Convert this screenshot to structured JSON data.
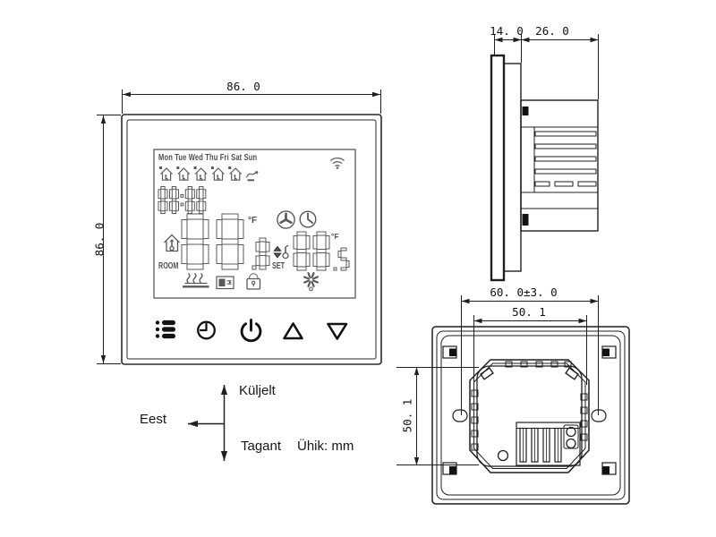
{
  "unit_label": "Ühik: mm",
  "views": {
    "front": {
      "label": "Eest",
      "dim_width": "86. 0",
      "dim_height": "86. 0",
      "display": {
        "days": "Mon Tue Wed Thu Fri Sat Sun",
        "time": "88:88",
        "room_label": "ROOM",
        "room_temp": "88.8",
        "room_unit": "°F",
        "set_label": "SET",
        "set_temp": "88.5",
        "set_unit": "°F",
        "period_icons": [
          "period-wake-icon",
          "period-leave-icon",
          "period-return-icon",
          "period-out-icon",
          "period-home-icon",
          "period-sleep-icon"
        ],
        "status_icons": [
          "wifi-icon",
          "house-icon",
          "fan-icon",
          "clock-icon",
          "set-adjust-icon",
          "heating-icon",
          "valve-icon",
          "lock-icon",
          "fan-speed-icon"
        ]
      },
      "buttons": [
        {
          "name": "menu-button"
        },
        {
          "name": "clock-button"
        },
        {
          "name": "power-button"
        },
        {
          "name": "up-button"
        },
        {
          "name": "down-button"
        }
      ]
    },
    "side": {
      "label": "Küljelt",
      "dim_front_depth": "14. 0",
      "dim_back_depth": "26. 0"
    },
    "back": {
      "label": "Tagant",
      "dim_hole_spacing": "60. 0±3. 0",
      "dim_width": "50. 1",
      "dim_height": "50. 1"
    }
  },
  "colors": {
    "linework": "#1f1f1f",
    "lcd": "#585858",
    "button": "#121212",
    "background": "#ffffff"
  }
}
